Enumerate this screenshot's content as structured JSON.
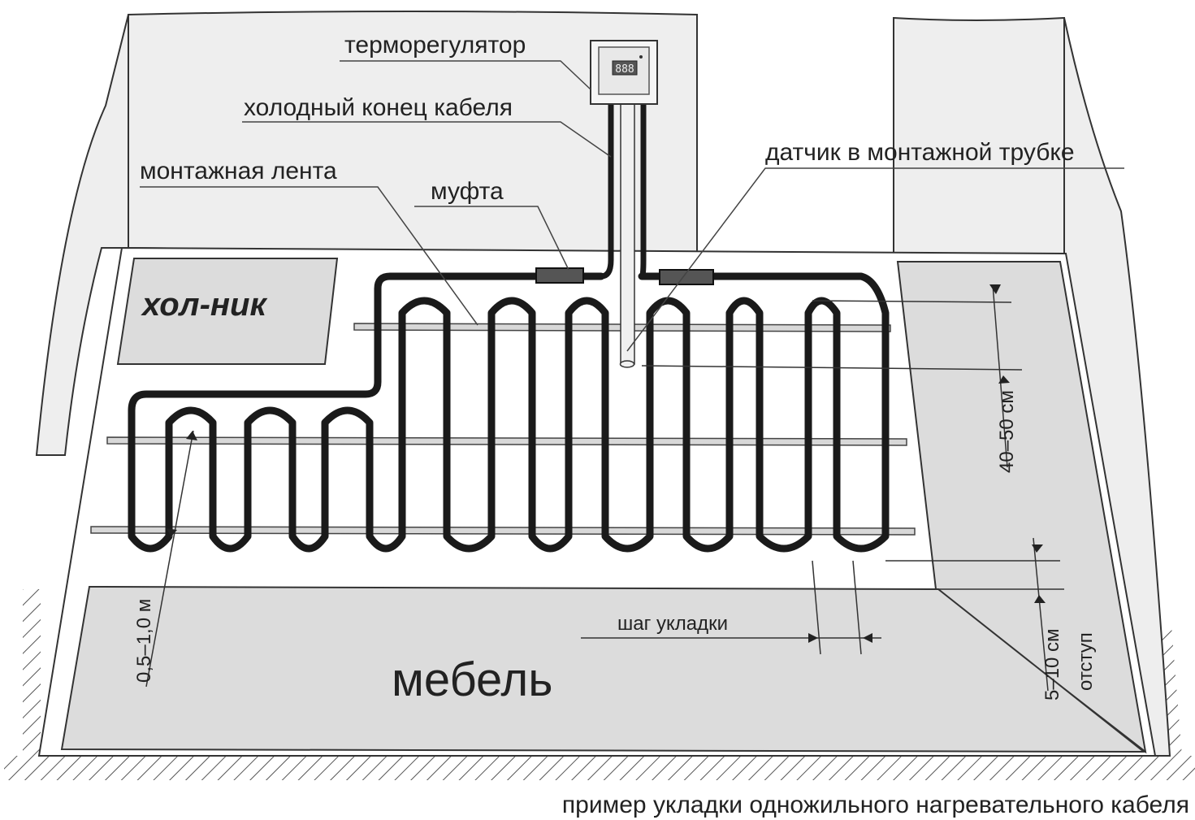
{
  "labels": {
    "thermostat": "терморегулятор",
    "cold_end": "холодный конец кабеля",
    "mounting_tape": "монтажная лента",
    "coupling": "муфта",
    "sensor": "датчик в монтажной трубке",
    "fridge": "хол-ник",
    "furniture": "мебель",
    "laying_step": "шаг укладки",
    "spacing_range": "40–50 см",
    "edge_distance": "0,5–1,0 м",
    "offset_range": "5–10 см",
    "offset_word": "отступ",
    "caption": "пример укладки одножильного нагревательного кабеля"
  },
  "thermostat_display": "888",
  "colors": {
    "cable": "#1a1a1a",
    "zone_fill": "#dcdcdc",
    "wall_fill": "#eeeeee",
    "line": "#333333"
  }
}
